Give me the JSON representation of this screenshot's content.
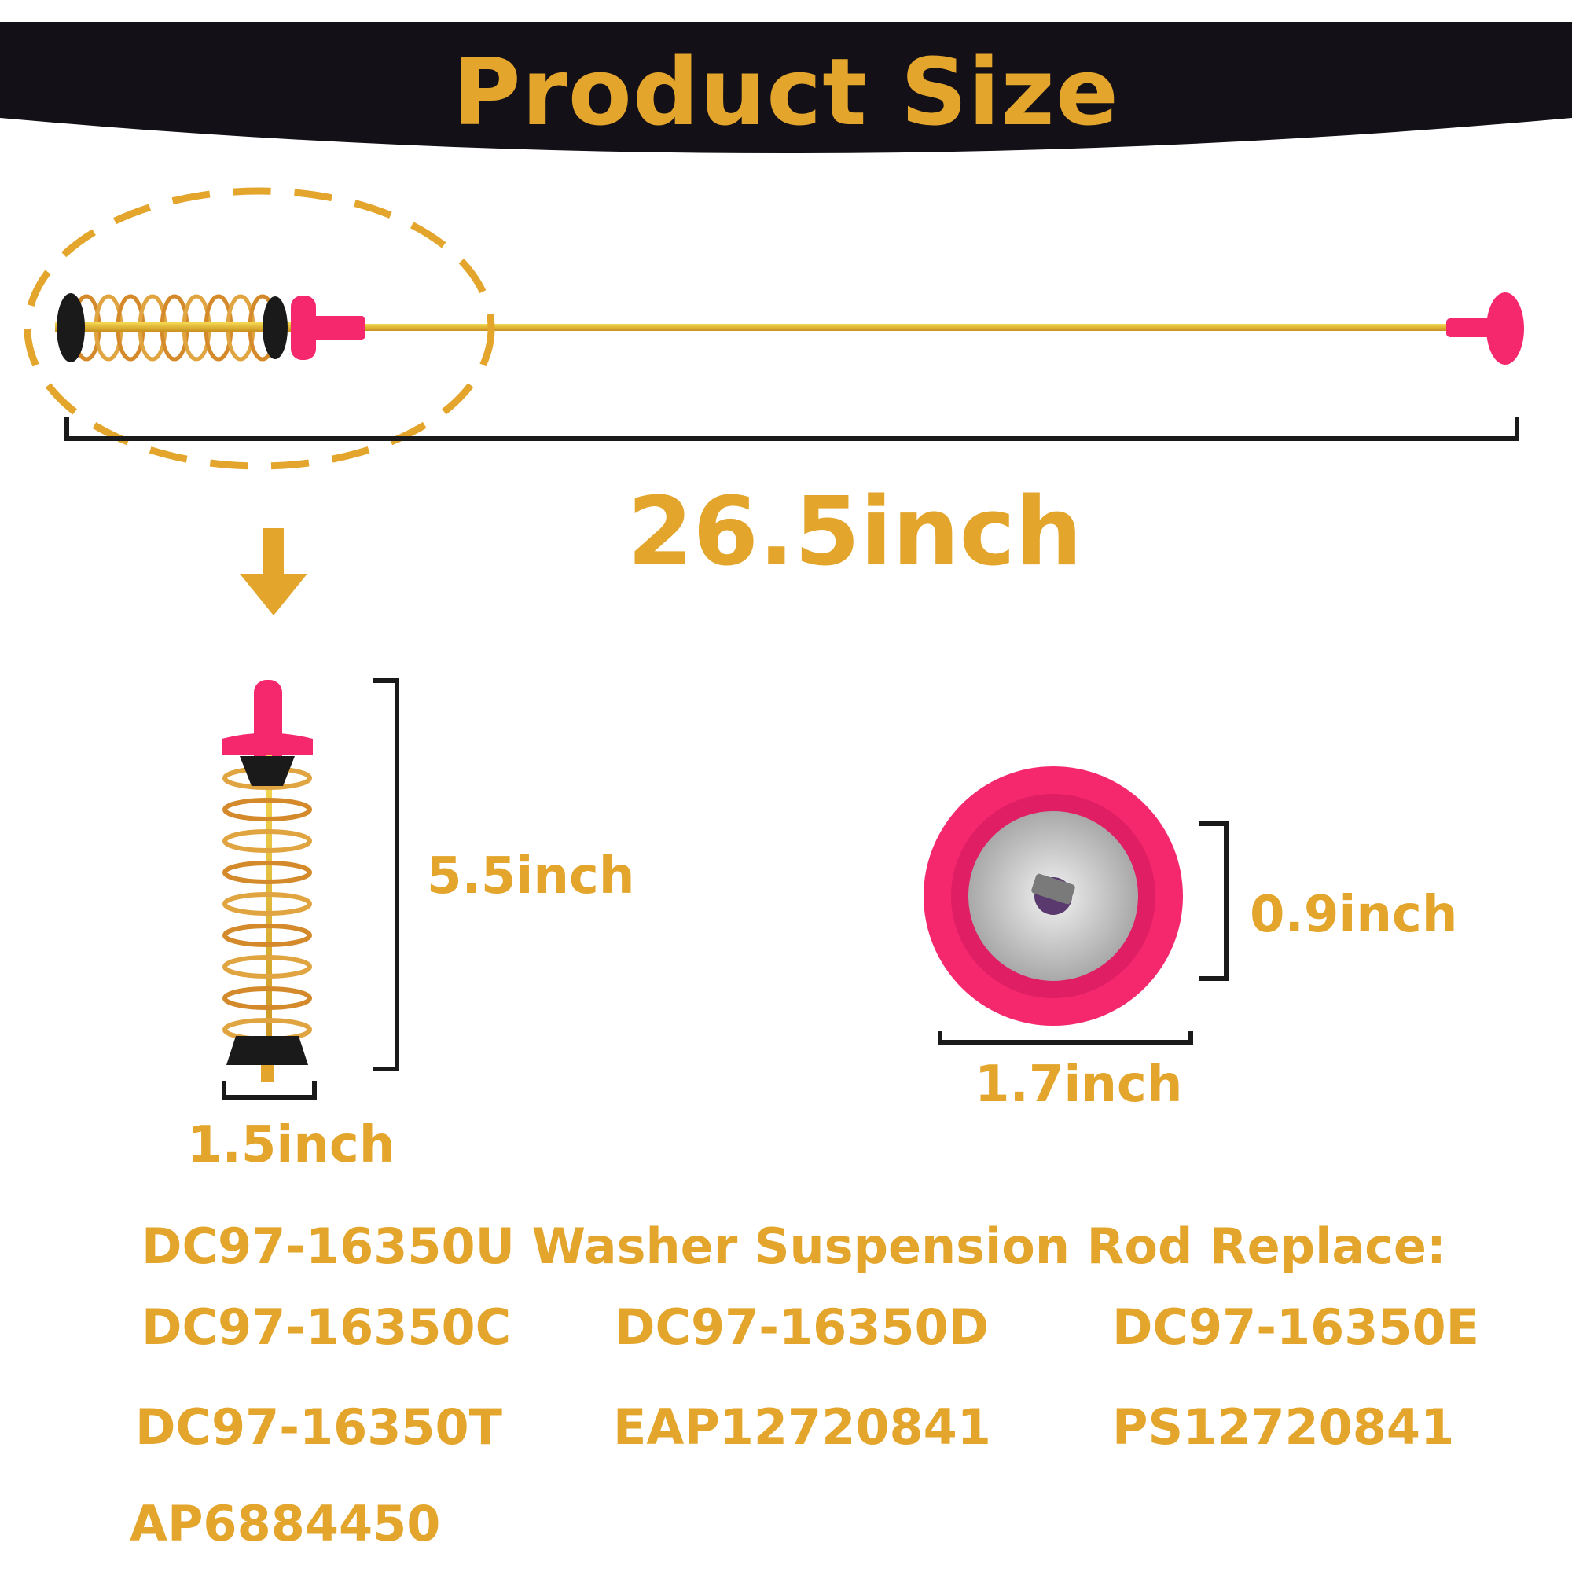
{
  "theme": {
    "accent": "#E3A52C",
    "banner_bg": "#141018",
    "pink": "#F5286E",
    "black": "#1A1A1A"
  },
  "banner": {
    "title": "Product Size"
  },
  "dimensions": {
    "total_length": "26.5inch",
    "spring_length": "5.5inch",
    "spring_width": "1.5inch",
    "cap_height": "0.9inch",
    "cap_width": "1.7inch"
  },
  "compatibility": {
    "heading": "DC97-16350U Washer Suspension Rod Replace:",
    "parts": [
      "DC97-16350C",
      "DC97-16350D",
      "DC97-16350E",
      "DC97-16350T",
      "EAP12720841",
      "PS12720841",
      "AP6884450"
    ]
  },
  "icons": [
    "down-arrow-icon",
    "dashed-highlight-ellipse",
    "dimension-bracket"
  ]
}
